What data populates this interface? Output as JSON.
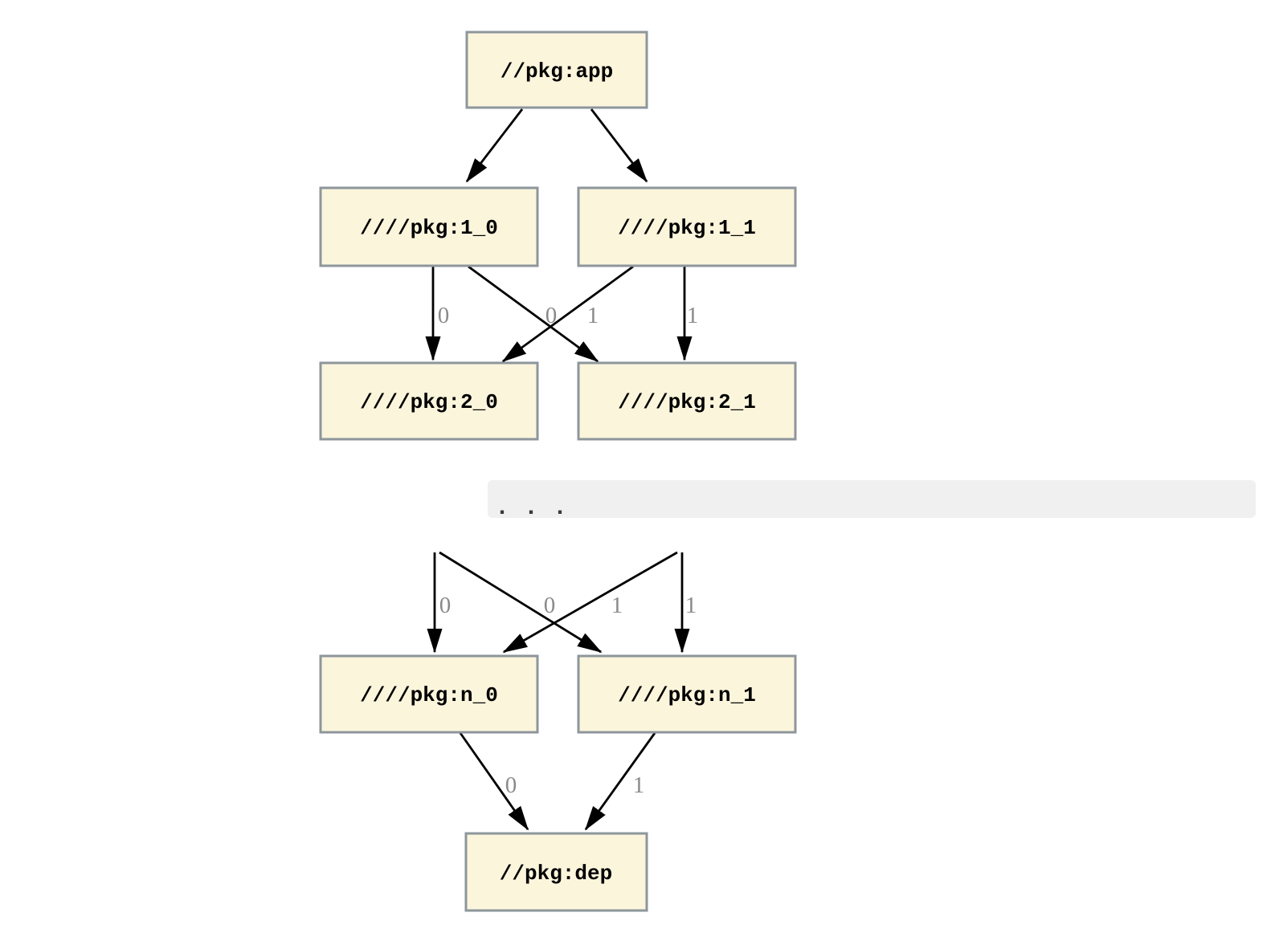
{
  "diagram": {
    "type": "dependency-graph",
    "nodes": {
      "app": "//pkg:app",
      "l1_0": "////pkg:1_0",
      "l1_1": "////pkg:1_1",
      "l2_0": "////pkg:2_0",
      "l2_1": "////pkg:2_1",
      "ln_0": "////pkg:n_0",
      "ln_1": "////pkg:n_1",
      "dep": "//pkg:dep"
    },
    "edges": [
      {
        "from": "//pkg:app",
        "to": "////pkg:1_0",
        "label": ""
      },
      {
        "from": "//pkg:app",
        "to": "////pkg:1_1",
        "label": ""
      },
      {
        "from": "////pkg:1_0",
        "to": "////pkg:2_0",
        "label": "0"
      },
      {
        "from": "////pkg:1_0",
        "to": "////pkg:2_1",
        "label": "1"
      },
      {
        "from": "////pkg:1_1",
        "to": "////pkg:2_0",
        "label": "0"
      },
      {
        "from": "////pkg:1_1",
        "to": "////pkg:2_1",
        "label": "1"
      },
      {
        "from": ". . .",
        "to": "////pkg:n_0",
        "label": "0"
      },
      {
        "from": ". . .",
        "to": "////pkg:n_1",
        "label": "1"
      },
      {
        "from": ". . .",
        "to": "////pkg:n_0",
        "label": "0"
      },
      {
        "from": ". . .",
        "to": "////pkg:n_1",
        "label": "1"
      },
      {
        "from": "////pkg:n_0",
        "to": "//pkg:dep",
        "label": "0"
      },
      {
        "from": "////pkg:n_1",
        "to": "//pkg:dep",
        "label": "1"
      }
    ],
    "ellipsis": ". . .",
    "colors": {
      "node_fill": "#fbf5dc",
      "node_border": "#8e969c",
      "node_text": "#000000",
      "edge": "#000000",
      "edge_label": "#8a8a8a",
      "band_background": "#f0f0f0",
      "band_text": "#3a3a3a",
      "page_background": "#ffffff"
    }
  }
}
